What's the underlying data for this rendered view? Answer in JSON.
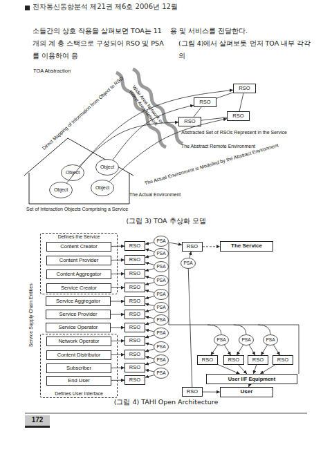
{
  "diagram": {
    "caption": "(그림 4) TAHI Open Architecture",
    "nodes": [
      {
        "text": [
          "RSO"
        ]
      },
      {
        "text": [
          "RSO"
        ]
      },
      {
        "text": [
          "RSO"
        ]
      },
      {
        "text": [
          "RSO"
        ]
      },
      {
        "text": [
          "The Actual Environment"
        ]
      },
      {
        "text": [
          "Object"
        ],
        "in": 4
      },
      {
        "text": [
          "Object"
        ],
        "in": 4
      },
      {
        "text": [
          "Object"
        ],
        "in": 4
      },
      {
        "text": [
          "Object"
        ],
        "in": 4
      },
      {
        "text": [
          "Defines the Service"
        ]
      },
      {
        "text": [
          "Content Creator"
        ],
        "in": 9
      },
      {
        "text": [
          "Content Provider"
        ],
        "in": 9
      },
      {
        "text": [
          "Content Aggregator"
        ],
        "in": 9
      },
      {
        "text": [
          "Service Creator"
        ],
        "in": 9
      },
      {
        "text": [
          "Service Aggregator"
        ]
      },
      {
        "text": [
          "Service Provider"
        ]
      },
      {
        "text": [
          "Service Operator"
        ]
      },
      {
        "text": [
          "Defines User Interface"
        ]
      },
      {
        "text": [
          "Network Operator"
        ],
        "in": 17
      },
      {
        "text": [
          "Content Distributor"
        ],
        "in": 17
      },
      {
        "text": [
          "Subscriber"
        ],
        "in": 17
      },
      {
        "text": [
          "End User"
        ],
        "in": 17
      },
      {
        "text": [
          "RSO"
        ]
      },
      {
        "text": [
          "RSO"
        ]
      },
      {
        "text": [
          "RSO"
        ]
      },
      {
        "text": [
          "RSO"
        ]
      },
      {
        "text": [
          "RSO"
        ]
      },
      {
        "text": [
          "RSO"
        ]
      },
      {
        "text": [
          "RSO"
        ]
      },
      {
        "text": [
          "RSO"
        ]
      },
      {
        "text": [
          "RSO"
        ]
      },
      {
        "text": [
          "RSO"
        ]
      },
      {
        "text": [
          "RSO"
        ]
      },
      {
        "text": [
          "PSA"
        ]
      },
      {
        "text": [
          "PSA"
        ]
      },
      {
        "text": [
          "PSA"
        ]
      },
      {
        "text": [
          "PSA"
        ]
      },
      {
        "text": [
          "PSA"
        ]
      },
      {
        "text": [
          "PSA"
        ]
      },
      {
        "text": [
          "PSA"
        ]
      },
      {
        "text": [
          "PSA"
        ]
      },
      {
        "text": [
          "PSA"
        ]
      },
      {
        "text": [
          "PSA"
        ]
      },
      {
        "text": [
          "PSA"
        ]
      },
      {
        "text": [
          "RSO"
        ]
      },
      {
        "text": [
          "The Service"
        ]
      },
      {
        "text": [
          "PSA"
        ]
      },
      {
        "text": [
          "PSA"
        ]
      },
      {
        "text": [
          "PSA"
        ]
      },
      {
        "text": [
          "PSA"
        ]
      },
      {
        "text": [
          "RSO"
        ]
      },
      {
        "text": [
          "RSO"
        ]
      },
      {
        "text": [
          "RSO"
        ]
      },
      {
        "text": [
          "RSO"
        ]
      },
      {
        "text": [
          "User I/F Equipment"
        ]
      },
      {
        "text": [
          "RSO"
        ]
      },
      {
        "text": [
          "User"
        ]
      }
    ],
    "edges": [
      {
        "from": 0,
        "to": 1,
        "arrow": "none"
      },
      {
        "from": 0,
        "to": 2,
        "arrow": "none"
      },
      {
        "from": 1,
        "to": 3,
        "arrow": "none"
      },
      {
        "from": 2,
        "to": 3,
        "arrow": "none"
      },
      {
        "from": 5,
        "to": 3,
        "arrow": "to"
      },
      {
        "from": 6,
        "to": 1,
        "arrow": "to"
      },
      {
        "from": 7,
        "to": 0,
        "arrow": "to"
      },
      {
        "from": 8,
        "to": 2,
        "arrow": "to"
      },
      {
        "from": 10,
        "to": 22,
        "arrow": "to"
      },
      {
        "from": 11,
        "to": 23,
        "arrow": "to"
      },
      {
        "from": 12,
        "to": 24,
        "arrow": "to"
      },
      {
        "from": 13,
        "to": 25,
        "arrow": "to"
      },
      {
        "from": 14,
        "to": 26,
        "arrow": "to"
      },
      {
        "from": 15,
        "to": 27,
        "arrow": "to"
      },
      {
        "from": 16,
        "to": 28,
        "arrow": "to"
      },
      {
        "from": 18,
        "to": 29,
        "arrow": "to"
      },
      {
        "from": 19,
        "to": 30,
        "arrow": "to"
      },
      {
        "from": 20,
        "to": 31,
        "arrow": "to"
      },
      {
        "from": 21,
        "to": 32,
        "arrow": "to"
      },
      {
        "from": 33,
        "to": 22,
        "arrow": "to"
      },
      {
        "from": 33,
        "to": 44,
        "arrow": "to"
      },
      {
        "from": 34,
        "to": 22,
        "arrow": "to"
      },
      {
        "from": 34,
        "to": 23,
        "arrow": "to"
      },
      {
        "from": 35,
        "to": 23,
        "arrow": "to"
      },
      {
        "from": 35,
        "to": 24,
        "arrow": "to"
      },
      {
        "from": 36,
        "to": 24,
        "arrow": "to"
      },
      {
        "from": 36,
        "to": 25,
        "arrow": "to"
      },
      {
        "from": 37,
        "to": 25,
        "arrow": "to"
      },
      {
        "from": 37,
        "to": 26,
        "arrow": "to"
      },
      {
        "from": 38,
        "to": 26,
        "arrow": "to"
      },
      {
        "from": 38,
        "to": 27,
        "arrow": "to"
      },
      {
        "from": 39,
        "to": 27,
        "arrow": "to"
      },
      {
        "from": 39,
        "to": 28,
        "arrow": "to"
      },
      {
        "from": 40,
        "to": 28,
        "arrow": "to"
      },
      {
        "from": 40,
        "to": 29,
        "arrow": "to"
      },
      {
        "from": 41,
        "to": 29,
        "arrow": "to"
      },
      {
        "from": 41,
        "to": 30,
        "arrow": "to"
      },
      {
        "from": 42,
        "to": 30,
        "arrow": "to"
      },
      {
        "from": 42,
        "to": 31,
        "arrow": "to"
      },
      {
        "from": 43,
        "to": 31,
        "arrow": "to"
      },
      {
        "from": 43,
        "to": 32,
        "arrow": "to"
      },
      {
        "from": 44,
        "to": 45,
        "arrow": "to"
      },
      {
        "from": 46,
        "to": 44,
        "arrow": "to"
      },
      {
        "from": 46,
        "to": 55,
        "arrow": "none"
      },
      {
        "from": 47,
        "to": 50,
        "arrow": "to"
      },
      {
        "from": 47,
        "to": 51,
        "arrow": "to"
      },
      {
        "from": 48,
        "to": 51,
        "arrow": "to"
      },
      {
        "from": 48,
        "to": 52,
        "arrow": "to"
      },
      {
        "from": 49,
        "to": 52,
        "arrow": "to"
      },
      {
        "from": 49,
        "to": 53,
        "arrow": "to"
      },
      {
        "from": 50,
        "to": 54,
        "arrow": "to"
      },
      {
        "from": 51,
        "to": 54,
        "arrow": "to"
      },
      {
        "from": 52,
        "to": 54,
        "arrow": "to"
      },
      {
        "from": 53,
        "to": 54,
        "arrow": "to"
      },
      {
        "from": 54,
        "to": 56,
        "arrow": "to"
      },
      {
        "from": 55,
        "to": 56,
        "arrow": "to"
      }
    ],
    "labels": [
      "전자통신동향분석 제21권 제6호 2006년 12월",
      "소들간의 상호 작용을 살펴보면 TOA는 11개의 계 층 스택으로 구성되어 RSO 및 PSA를 이용하여 응",
      "용 및 서비스를 전달한다.",
      "(그림 4)에서 살펴보듯 먼저 TOA 내부 각각의",
      "TOA Abstraction",
      "Direct Mapping of Information from Object to RSO",
      "Wide Area Network or Home Area Network",
      "Abstracted Set of RSOs Represent in the Service",
      "The Abstract Remote Environment",
      "The Actual Environment is Modelled by the Abstract Environment",
      "Set of Interaction Objects Comprising a Service",
      "(그림 3) TOA 추상화 모델",
      "Service Supply Chain Entities",
      "172"
    ]
  }
}
